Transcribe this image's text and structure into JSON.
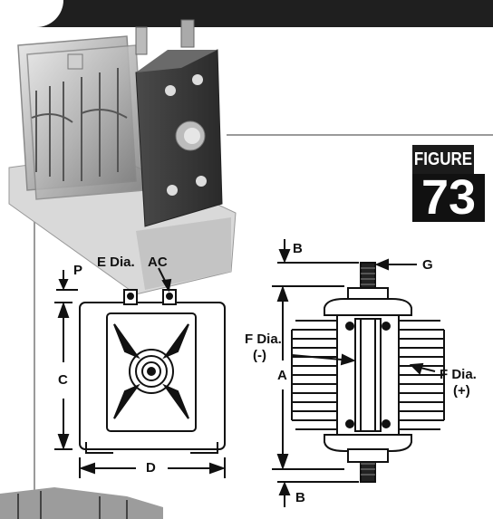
{
  "figure": {
    "title": "FIGURE",
    "number": "73"
  },
  "left_diagram": {
    "dim_p": "P",
    "dim_e_dia": "E Dia.",
    "dim_ac": "AC",
    "dim_c": "C",
    "dim_d": "D"
  },
  "right_diagram": {
    "dim_b_top": "B",
    "dim_g": "G",
    "dim_f_neg_line1": "F Dia.",
    "dim_f_neg_line2": "(-)",
    "dim_a": "A",
    "dim_f_pos_line1": "F Dia.",
    "dim_f_pos_line2": "(+)",
    "dim_b_bottom": "B"
  },
  "colors": {
    "band": "#1f1f1f",
    "figure_bg": "#111111",
    "line": "#111111",
    "frame": "#9a9a9a"
  }
}
